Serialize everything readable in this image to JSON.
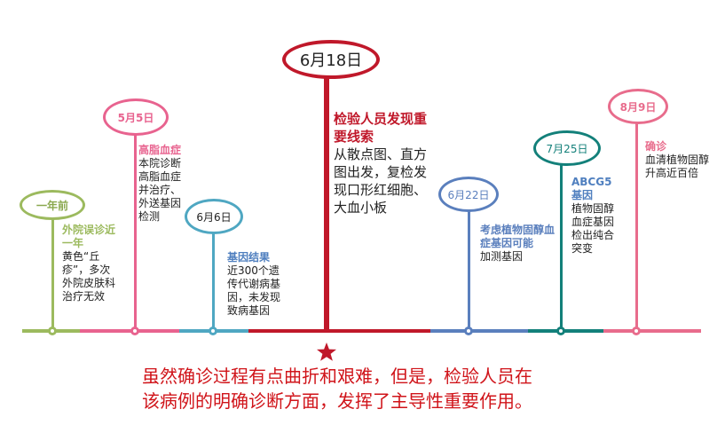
{
  "events": [
    {
      "date": "一年前",
      "title": "外院误诊近一年",
      "body": "黄色“丘疹”，多次外院皮肤科治疗无效",
      "color": "#9cba5e"
    },
    {
      "date": "5月5日",
      "title": "高脂血症",
      "body": "本院诊断高脂血症并治疗、外送基因检测",
      "color": "#e8638f"
    },
    {
      "date": "6月6日",
      "title": "基因结果",
      "body": "近300个遗传代谢病基因，未发现致病基因",
      "color": "#4fa7c2"
    },
    {
      "date": "6月18日",
      "title": "检验人员发现重要线索",
      "body": "从散点图、直方图出发，复检发现口形红细胞、大血小板",
      "color": "#c0182a"
    },
    {
      "date": "6月22日",
      "title": "考虑植物固醇血症基因可能",
      "body": "加测基因",
      "color": "#5a7fbd"
    },
    {
      "date": "7月25日",
      "title": "ABCG5基因",
      "body": "植物固醇血症基因检出纯合突变",
      "color": "#13807a"
    },
    {
      "date": "8月9日",
      "title": "确诊",
      "body": "血清植物固醇升高近百倍",
      "color": "#e86c8c"
    }
  ],
  "footer": {
    "line1": "虽然确诊过程有点曲折和艰难，但是，检验人员在",
    "line2": "该病例的明确诊断方面，发挥了主导性重要作用。"
  },
  "star_icon": "star-icon",
  "text_colors": {
    "default": "#222222",
    "title_highlight": "#c0182a",
    "footer": "#d0141a"
  }
}
